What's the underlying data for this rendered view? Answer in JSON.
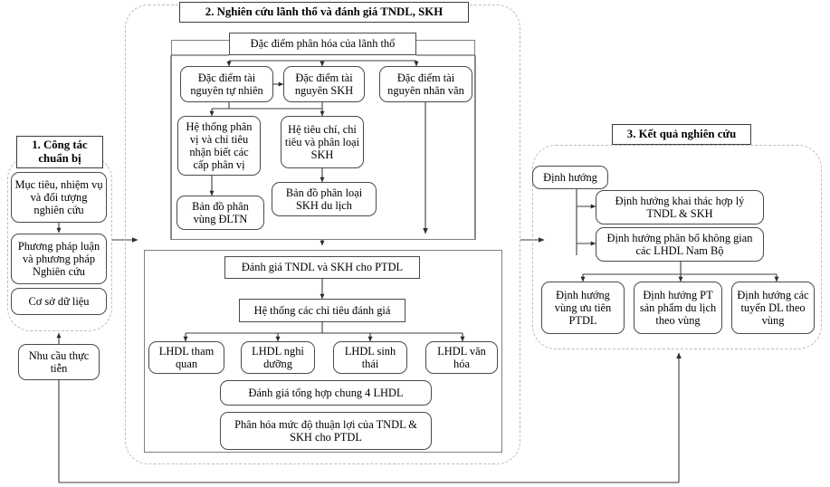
{
  "diagram": {
    "title": "So do quy trinh nghien cuu",
    "language": "vi",
    "sections": [
      {
        "id": "s1",
        "label": "1. Công tác\nchuẩn bị"
      },
      {
        "id": "s2",
        "label": "2. Nghiên cứu lãnh thổ và đánh giá TNDL, SKH"
      },
      {
        "id": "s3",
        "label": "3. Kết quả nghiên cứu"
      }
    ]
  },
  "section1": {
    "title": "1. Công tác chuẩn bị",
    "title_line1": "1. Công tác",
    "title_line2": "chuẩn bị",
    "nodes": {
      "goal": "Mục tiêu, nhiệm vụ và đối tượng nghiên cứu",
      "method": "Phương pháp luận và phương pháp Nghiên cứu",
      "database": "Cơ sở dữ liệu",
      "demand": "Nhu cầu thực tiễn"
    }
  },
  "section2": {
    "title": "2. Nghiên cứu lãnh thổ và đánh giá TNDL, SKH",
    "nodes": {
      "territory_diff": "Đặc điểm phân hóa của lãnh thổ",
      "nat_resource": "Đặc điểm tài nguyên tự nhiên",
      "skh_resource": "Đặc điểm tài nguyên SKH",
      "human_resource": "Đặc điểm tài nguyên nhân văn",
      "unit_system": "Hệ thống phân vị và chỉ tiêu nhận biết các cấp phân vị",
      "criteria_skh": "Hệ tiêu chí, chỉ tiêu và phân loại SKH",
      "map_dltn": "Bản đồ phân vùng ĐLTN",
      "map_skh": "Bản đồ phân loại SKH du lịch",
      "eval_header": "Đánh giá TNDL và SKH cho PTDL",
      "criteria_system": "Hệ thống các chỉ tiêu đánh giá",
      "lhdl_1": "LHDL tham quan",
      "lhdl_2": "LHDL nghỉ dưỡng",
      "lhdl_3": "LHDL sinh thái",
      "lhdl_4": "LHDL văn hóa",
      "eval_total": "Đánh giá tổng hợp chung 4 LHDL",
      "eval_diff": "Phân hóa mức độ thuận lợi của TNDL & SKH cho PTDL"
    }
  },
  "section3": {
    "title": "3. Kết quả nghiên cứu",
    "nodes": {
      "orientation": "Định hướng",
      "orient_use": "Định hướng khai thác hợp lý TNDL & SKH",
      "orient_space": "Định hướng phân bố không gian các LHDL Nam Bộ",
      "orient_region": "Định hướng vùng ưu tiên PTDL",
      "orient_product": "Định hướng PT sản phẩm du lịch theo vùng",
      "orient_route": "Định hướng các tuyến DL theo vùng"
    }
  },
  "colors": {
    "node_border": "#4a4a4a",
    "zone_border": "#bdbdbd",
    "wire": "#3d3d3d",
    "background": "#ffffff"
  }
}
